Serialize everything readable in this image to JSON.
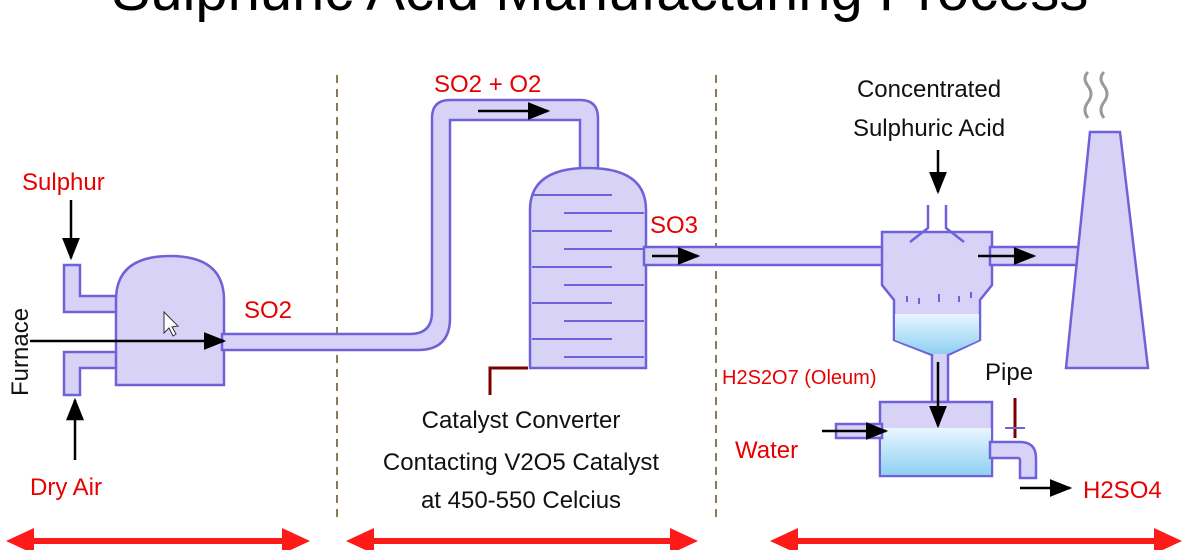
{
  "title": "Sulphuric Acid Manufacturing Process",
  "labels": {
    "sulphur": "Sulphur",
    "furnace": "Furnace",
    "dry_air": "Dry Air",
    "so2": "SO2",
    "so2_o2": "SO2 + O2",
    "so3": "SO3",
    "catalyst_line1": "Catalyst Converter",
    "catalyst_line2": "Contacting V2O5 Catalyst",
    "catalyst_line3": "at 450-550 Celcius",
    "conc_line1": "Concentrated",
    "conc_line2": "Sulphuric Acid",
    "oleum": "H2S2O7 (Oleum)",
    "pipe": "Pipe",
    "water": "Water",
    "h2so4": "H2SO4"
  },
  "colors": {
    "equipment_fill": "#d9d2f7",
    "equipment_stroke": "#6e62d9",
    "liquid": "#a9dcf5",
    "label_red": "#e60000",
    "arrow_red": "#ff1a1a",
    "divider": "#8a7a55"
  }
}
